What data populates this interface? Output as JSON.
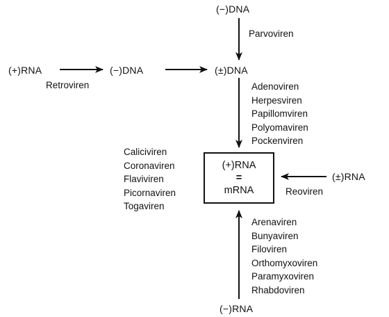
{
  "nodes": {
    "minus_dna_top": "(−)DNA",
    "plus_rna_left": "(+)RNA",
    "minus_dna_mid": "(−)DNA",
    "pm_dna": "(±)DNA",
    "pm_rna_right": "(±)RNA",
    "minus_rna_bottom": "(−)RNA"
  },
  "center_box": {
    "line1": "(+)RNA",
    "line2": "=",
    "line3": "mRNA"
  },
  "edge_labels": {
    "parvoviren": "Parvoviren",
    "retroviren": "Retroviren",
    "reoviren": "Reoviren"
  },
  "dna_virus_groups": [
    "Adenoviren",
    "Herpesviren",
    "Papillomviren",
    "Polyomaviren",
    "Pockenviren"
  ],
  "plus_rna_virus_groups": [
    "Caliciviren",
    "Coronaviren",
    "Flaviviren",
    "Picornaviren",
    "Togaviren"
  ],
  "minus_rna_virus_groups": [
    "Arenaviren",
    "Bunyaviren",
    "Filoviren",
    "Orthomyxoviren",
    "Paramyxoviren",
    "Rhabdoviren"
  ]
}
